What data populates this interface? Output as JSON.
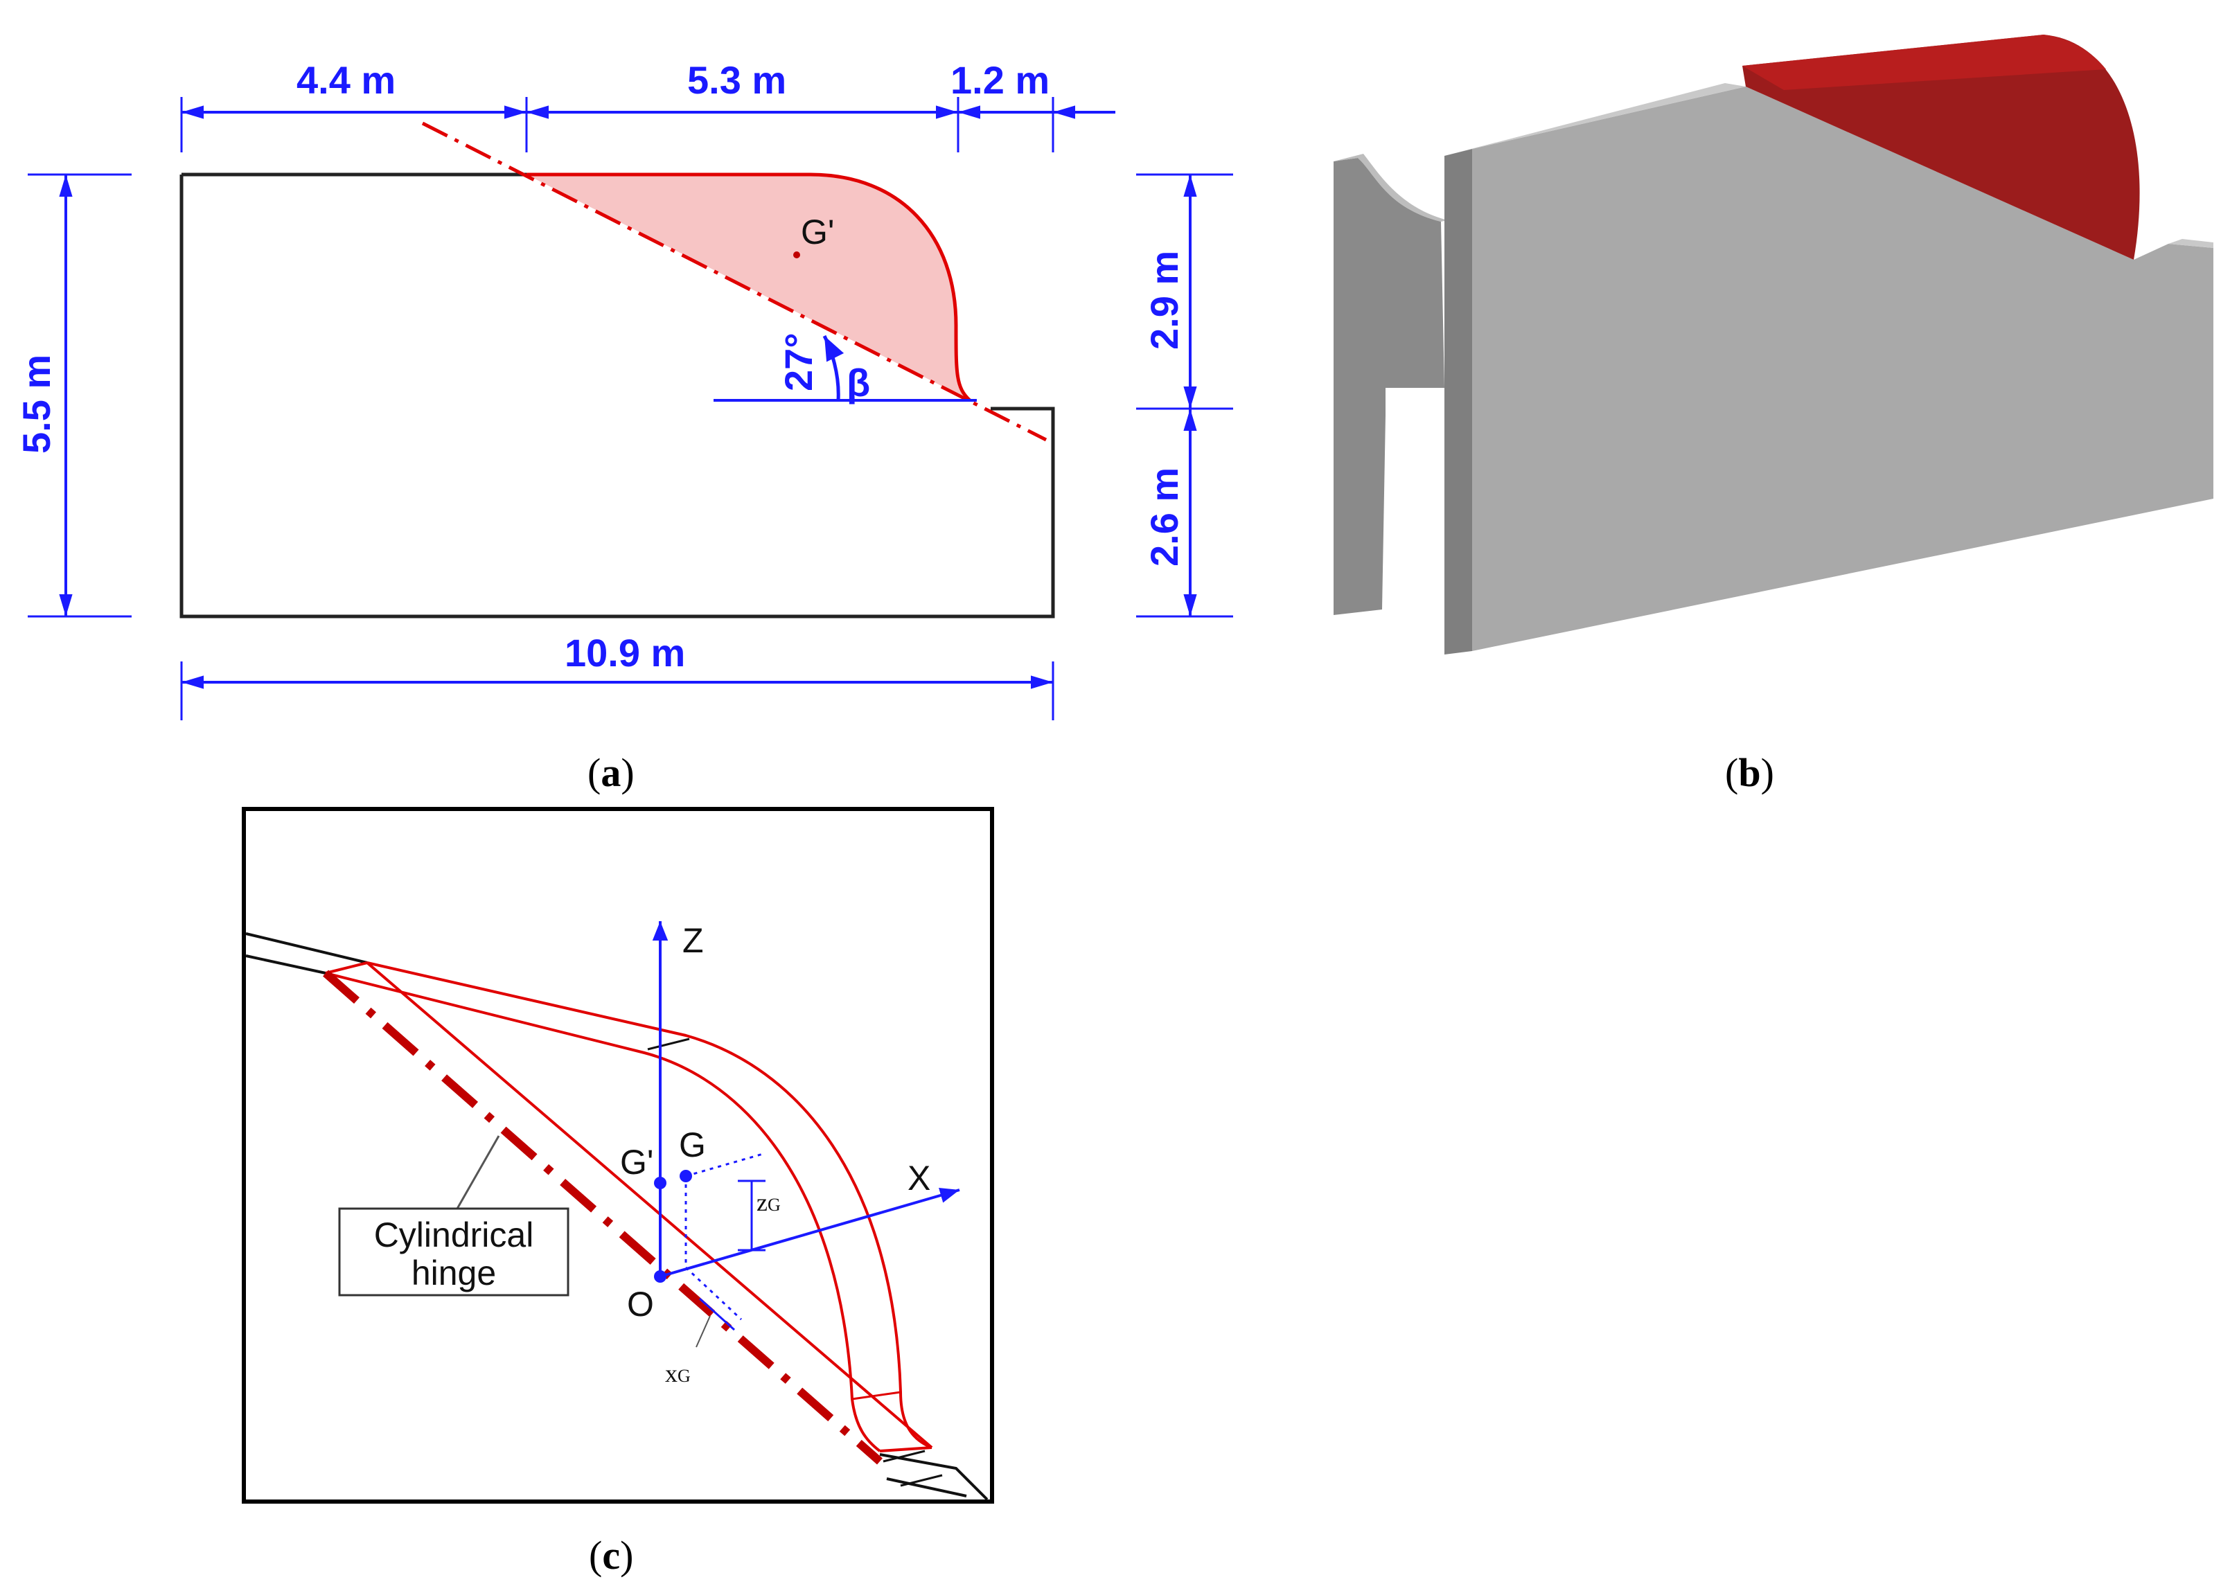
{
  "panel_a": {
    "dims": {
      "top_left": "4.4 m",
      "top_mid": "5.3 m",
      "top_right": "1.2 m",
      "height_total": "5.5 m",
      "height_upper": "2.9 m",
      "height_lower": "2.6 m",
      "width_total": "10.9 m"
    },
    "angle_value": "27°",
    "angle_symbol": "β",
    "centroid_label": "G'",
    "caption_letter": "a"
  },
  "panel_b": {
    "caption_letter": "b",
    "colors": {
      "concrete": "#a9a9a9",
      "concrete_dark": "#7f7f7f",
      "block": "#9b1c1c"
    }
  },
  "panel_c": {
    "axis_z": "Z",
    "axis_x": "X",
    "point_g": "G",
    "point_g_prime": "G'",
    "origin": "O",
    "z_g": "z",
    "z_g_sub": "G",
    "x_g": "x",
    "x_g_sub": "G",
    "hinge_line1": "Cylindrical",
    "hinge_line2": "hinge",
    "caption_letter": "c"
  },
  "colors": {
    "dimension": "#1a1aff",
    "block_fill": "#f7c5c5",
    "block_edge": "#e00000",
    "hinge": "#c00000"
  }
}
